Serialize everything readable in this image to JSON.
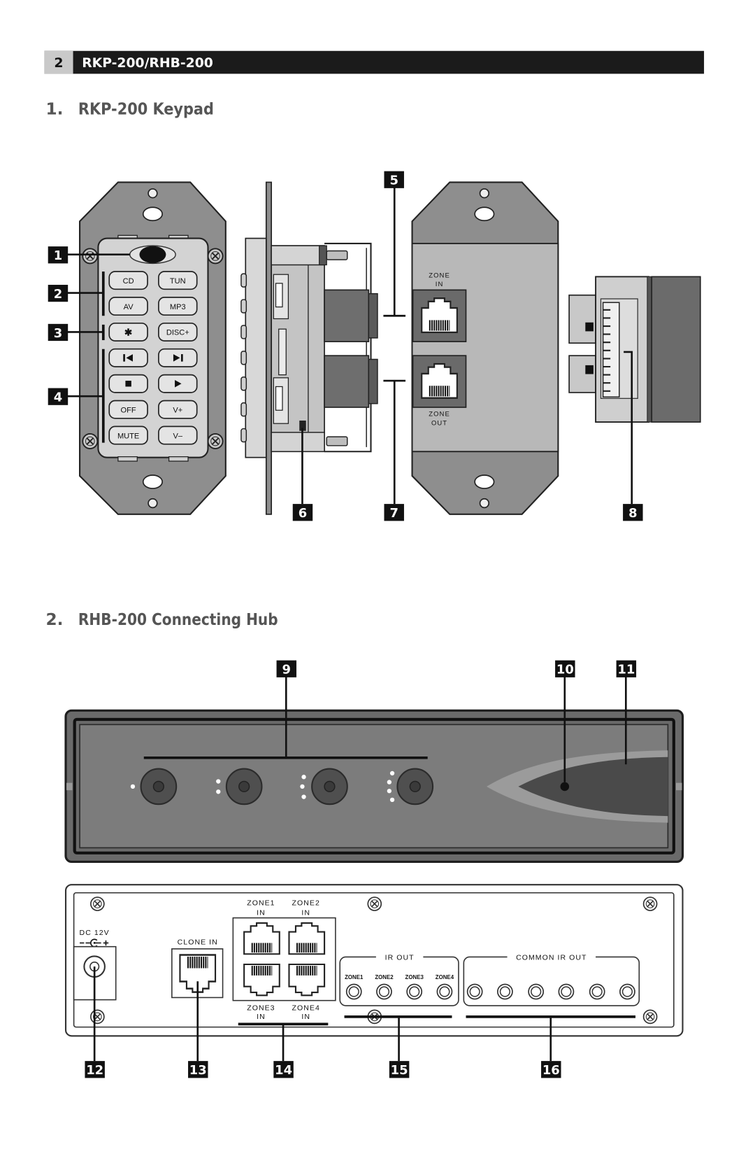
{
  "header": {
    "page_number": "2",
    "title": "RKP-200/RHB-200"
  },
  "section1": {
    "number": "1.",
    "title": "RKP-200 Keypad"
  },
  "section2": {
    "number": "2.",
    "title": "RHB-200 Connecting Hub"
  },
  "callouts": [
    "1",
    "2",
    "3",
    "4",
    "5",
    "6",
    "7",
    "8",
    "9",
    "10",
    "11",
    "12",
    "13",
    "14",
    "15",
    "16"
  ],
  "keypad": {
    "buttons": [
      {
        "left": "CD",
        "right": "TUN"
      },
      {
        "left": "AV",
        "right": "MP3"
      },
      {
        "left": "✱",
        "right": "DISC+"
      },
      {
        "left_icon": "previous-track-icon",
        "right_icon": "next-track-icon"
      },
      {
        "left_icon": "stop-icon",
        "right_icon": "play-icon"
      },
      {
        "left": "OFF",
        "right": "V+"
      },
      {
        "left": "MUTE",
        "right": "V–"
      }
    ],
    "zone_in": {
      "line1": "ZONE",
      "line2": "IN"
    },
    "zone_out": {
      "line1": "ZONE",
      "line2": "OUT"
    }
  },
  "hub": {
    "back": {
      "dc_label": "DC 12V",
      "dc_polarity_icon": "center-positive-polarity-icon",
      "clone_in": "CLONE IN",
      "zone_inputs": [
        {
          "name": "ZONE1",
          "sub": "IN"
        },
        {
          "name": "ZONE2",
          "sub": "IN"
        },
        {
          "name": "ZONE3",
          "sub": "IN"
        },
        {
          "name": "ZONE4",
          "sub": "IN"
        }
      ],
      "ir_out": {
        "label": "IR OUT",
        "zones": [
          "ZONE1",
          "ZONE2",
          "ZONE3",
          "ZONE4"
        ]
      },
      "common_ir_out": {
        "label": "COMMON IR OUT"
      }
    }
  },
  "colors": {
    "header_bar": "#1b1b1b",
    "page_number_box": "#c9c9c9",
    "section_title": "#555555",
    "callout_box": "#111111",
    "wall_plate": "#8e8e8e",
    "hub_front_panel": "#7c7c7c"
  }
}
